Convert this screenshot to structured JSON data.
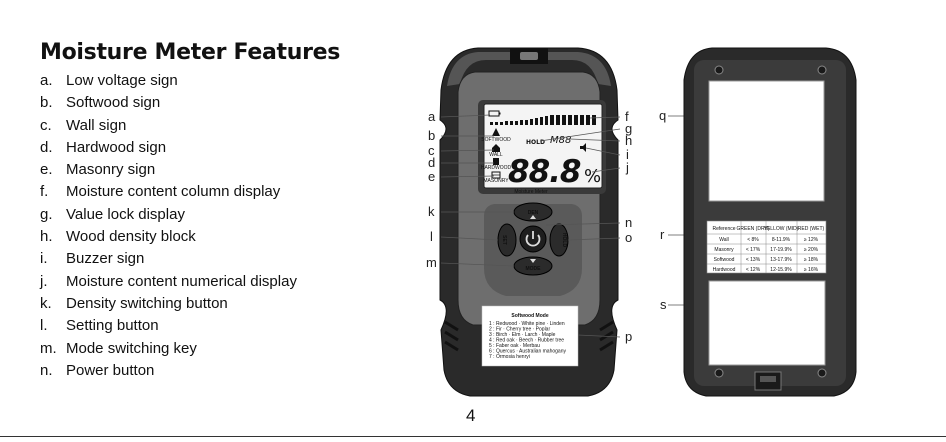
{
  "header": {
    "title": "Moisture Meter Features"
  },
  "features": [
    {
      "letter": "a.",
      "text": "Low voltage sign"
    },
    {
      "letter": "b.",
      "text": "Softwood sign"
    },
    {
      "letter": "c.",
      "text": "Wall sign"
    },
    {
      "letter": "d.",
      "text": "Hardwood sign"
    },
    {
      "letter": "e.",
      "text": "Masonry sign"
    },
    {
      "letter": "f.",
      "text": "Moisture content column display"
    },
    {
      "letter": "g.",
      "text": "Value lock display"
    },
    {
      "letter": "h.",
      "text": "Wood density block"
    },
    {
      "letter": "i.",
      "text": "Buzzer sign"
    },
    {
      "letter": "j.",
      "text": "Moisture content numerical display"
    },
    {
      "letter": "k.",
      "text": "Density switching button"
    },
    {
      "letter": "l.",
      "text": "Setting button"
    },
    {
      "letter": "m.",
      "text": "Mode switching key"
    },
    {
      "letter": "n.",
      "text": "Power button"
    }
  ],
  "callouts": {
    "a": "a",
    "b": "b",
    "c": "c",
    "d": "d",
    "e": "e",
    "f": "f",
    "g": "g",
    "h": "h",
    "i": "i",
    "j": "j",
    "k": "k",
    "l": "l",
    "m": "m",
    "n": "n",
    "o": "o",
    "p": "p",
    "q": "q",
    "r": "r",
    "s": "s"
  },
  "device": {
    "lcd": {
      "hold": "HOLD",
      "density": "M88",
      "reading": "88.8",
      "unit": "%",
      "softwood": "SOFTWOOD",
      "wall": "WALL",
      "hardwood": "HARDWOOD",
      "masonry": "MASONRY"
    },
    "model": "Moisture Meter",
    "buttons": {
      "den": "DEN",
      "set": "SET",
      "hold": "HOLD",
      "mode": "MODE"
    },
    "softwood_mode": {
      "title": "Softwood Mode",
      "lines": [
        "1 : Redwood · White pine · Linden",
        "2 : Fir · Cherry tree · Poplar",
        "3 : Birch · Elm · Larch · Maple",
        "4 : Red oak · Beech · Rubber tree",
        "5 : Faber oak · Merbau",
        "6 : Quercus · Australian mahogany",
        "7 : Ormosia henryi"
      ]
    }
  },
  "reference_table": {
    "headers": [
      "Reference",
      "GREEN (DRY)",
      "YELLOW (MID)",
      "RED (WET)"
    ],
    "rows": [
      [
        "Wall",
        "< 8%",
        "8-11.9%",
        "≥ 12%"
      ],
      [
        "Masonry",
        "< 17%",
        "17-19.9%",
        "≥ 20%"
      ],
      [
        "Softwood",
        "< 13%",
        "13-17.9%",
        "≥ 18%"
      ],
      [
        "Hardwood",
        "< 12%",
        "12-15.9%",
        "≥ 16%"
      ]
    ]
  },
  "footer": {
    "page_number": "4"
  }
}
